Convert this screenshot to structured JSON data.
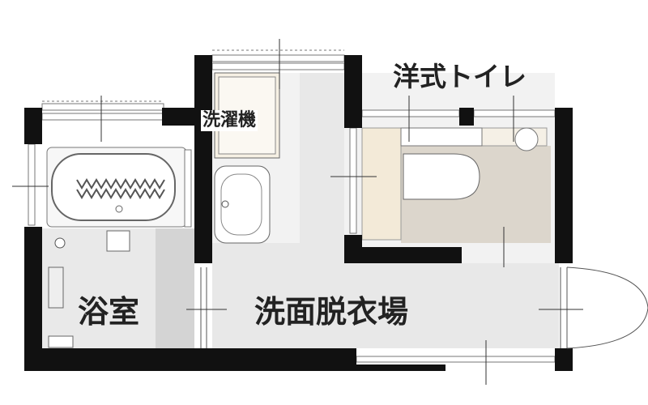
{
  "rooms": {
    "toilet": "洋式トイレ",
    "washing_machine": "洗濯機",
    "bathroom": "浴室",
    "washroom": "洗面脱衣場"
  },
  "colors": {
    "wall": "#111111",
    "floor_gray": "#ececec",
    "bath_floor": "#d2d2d2",
    "wood_floor": "#ddd8cf",
    "fixture": "#f4efe6"
  }
}
